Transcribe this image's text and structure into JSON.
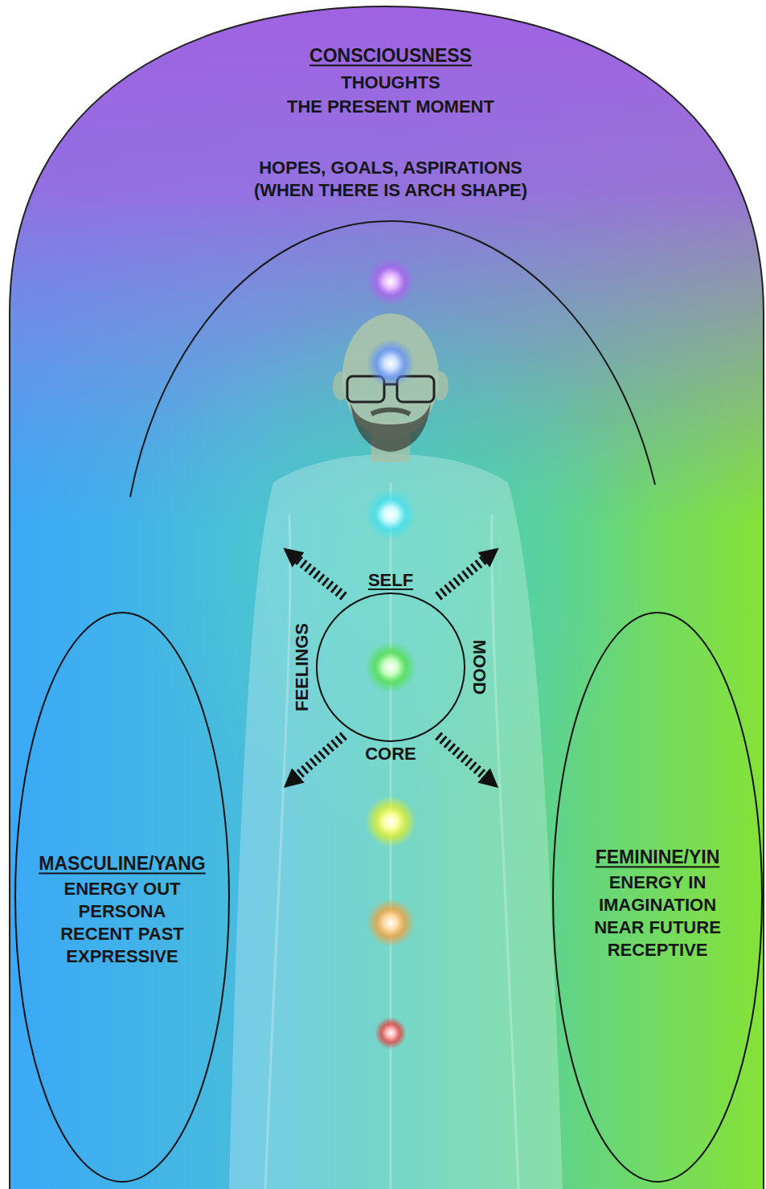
{
  "diagram": {
    "nodes": [
      {
        "text": [
          "CONSCIOUSNESS",
          "THOUGHTS",
          "THE PRESENT MOMENT",
          "HOPES, GOALS, ASPIRATIONS (WHEN THERE IS ARCH SHAPE)"
        ]
      },
      {
        "text": [
          "SELF",
          "FEELINGS",
          "MOOD",
          "CORE"
        ],
        "in": 0
      },
      {
        "text": [
          "MASCULINE/YANG",
          "ENERGY OUT PERSONA RECENT PAST EXPRESSIVE"
        ],
        "in": 0
      },
      {
        "text": [
          "FEMININE/YIN",
          "ENERGY IN IMAGINATION NEAR FUTURE RECEPTIVE"
        ],
        "in": 0
      }
    ]
  }
}
